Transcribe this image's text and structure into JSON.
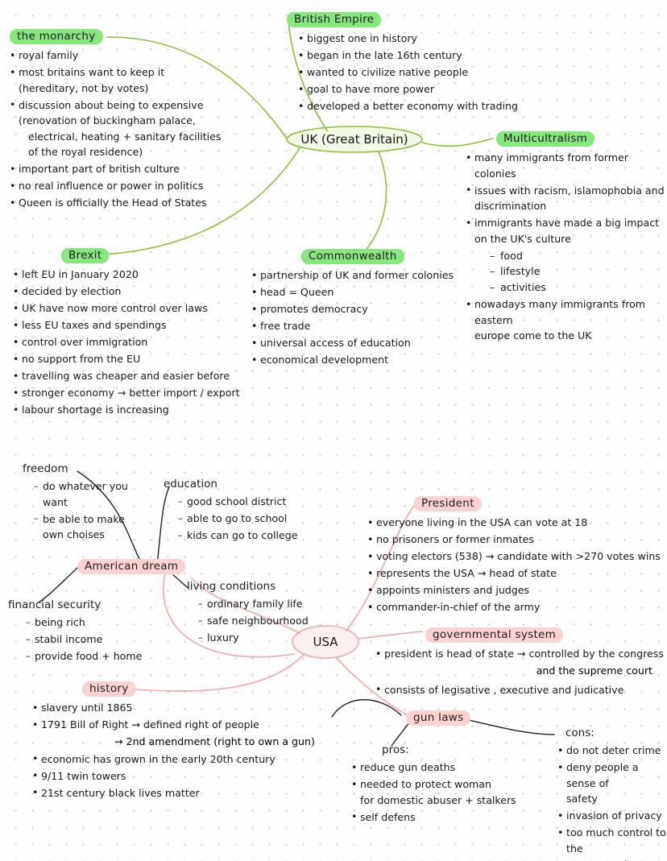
{
  "colors": {
    "green_highlight": "#86e87c",
    "pink_highlight": "#fbd2d2",
    "green_line": "#8fbf3f",
    "pink_line": "#f0aaa8",
    "black_line": "#222222",
    "node_uk_fill": "#f2f9e6",
    "node_usa_fill": "#fdf0f0"
  },
  "uk_map": {
    "center_node": "UK (Great Britain)",
    "monarchy": {
      "title": "the monarchy",
      "items": [
        "royal family",
        "most britains want to keep it\n(hereditary, not by votes)",
        "discussion about being to expensive\n(renovation of buckingham palace,\n   electrical, heating + sanitary facilities\n   of the royal residence)",
        "important part of british culture",
        "no real influence or power in politics",
        "Queen is officially the Head of States"
      ]
    },
    "british_empire": {
      "title": "British Empire",
      "items": [
        "biggest one in history",
        "began in the late 16th century",
        "wanted to civilize native people",
        "goal to have more power",
        "developed a better economy with trading"
      ]
    },
    "multiculturalism": {
      "title": "Multicultralism",
      "items": [
        "many immigrants from former colonies",
        "issues with racism, islamophobia and\ndiscrimination",
        "immigrants have made a big impact\non the UK's culture"
      ],
      "subitems": [
        "food",
        "lifestyle",
        "activities"
      ],
      "last_item": "nowadays many immigrants from eastern\neurope come to the UK"
    },
    "brexit": {
      "title": "Brexit",
      "items": [
        "left EU in January 2020",
        "decided by election",
        "UK have now more control over laws",
        "less EU taxes and spendings",
        "control over immigration",
        "no support from the EU",
        "travelling was cheaper and easier before",
        "stronger economy → better import / export",
        "labour shortage is increasing"
      ]
    },
    "commonwealth": {
      "title": "Commonwealth",
      "items": [
        "partnership of UK and former colonies",
        "head = Queen",
        "promotes democracy",
        "free trade",
        "universal access of education",
        "economical development"
      ]
    }
  },
  "usa_map": {
    "center_node": "USA",
    "american_dream": {
      "title": "American dream",
      "freedom": {
        "title": "freedom",
        "items": [
          "do whatever you\nwant",
          "be able to make\nown choises"
        ]
      },
      "education": {
        "title": "education",
        "items": [
          "good school district",
          "able to go to school",
          "kids can go to college"
        ]
      },
      "financial_security": {
        "title": "financial security",
        "items": [
          "being rich",
          "stabil income",
          "provide food + home"
        ]
      },
      "living_conditions": {
        "title": "living conditions",
        "items": [
          "ordinary family life",
          "safe neighbourhood",
          "luxury"
        ]
      }
    },
    "president": {
      "title": "President",
      "items": [
        "everyone living in the USA can vote at 18",
        "no prisoners or former inmates",
        "voting electors (538) → candidate with >270 votes wins",
        "represents the USA → head of state",
        "appoints ministers and judges",
        "commander-in-chief of the army"
      ]
    },
    "governmental_system": {
      "title": "governmental system",
      "item1": "president is head of state → controlled by the congress",
      "item1_cont": "and the supreme court",
      "item2": "consists of legisative , executive and judicative"
    },
    "history": {
      "title": "history",
      "items": [
        "slavery until 1865",
        "1791 Bill of Right → defined right of people",
        "economic has grown in the early 20th century",
        "9/11 twin towers",
        "21st century black lives matter"
      ],
      "amendment_line": "→ 2nd amendment (right to own a gun)"
    },
    "gun_laws": {
      "title": "gun laws",
      "pros_title": "pros:",
      "pros": [
        "reduce gun deaths",
        "needed to protect woman\nfor domestic abuser + stalkers",
        "self defens"
      ],
      "cons_title": "cons:",
      "cons": [
        "do not deter crime",
        "deny people a sense of\nsafety",
        "invasion of privacy",
        "too much control to the\ngovernment"
      ]
    }
  }
}
